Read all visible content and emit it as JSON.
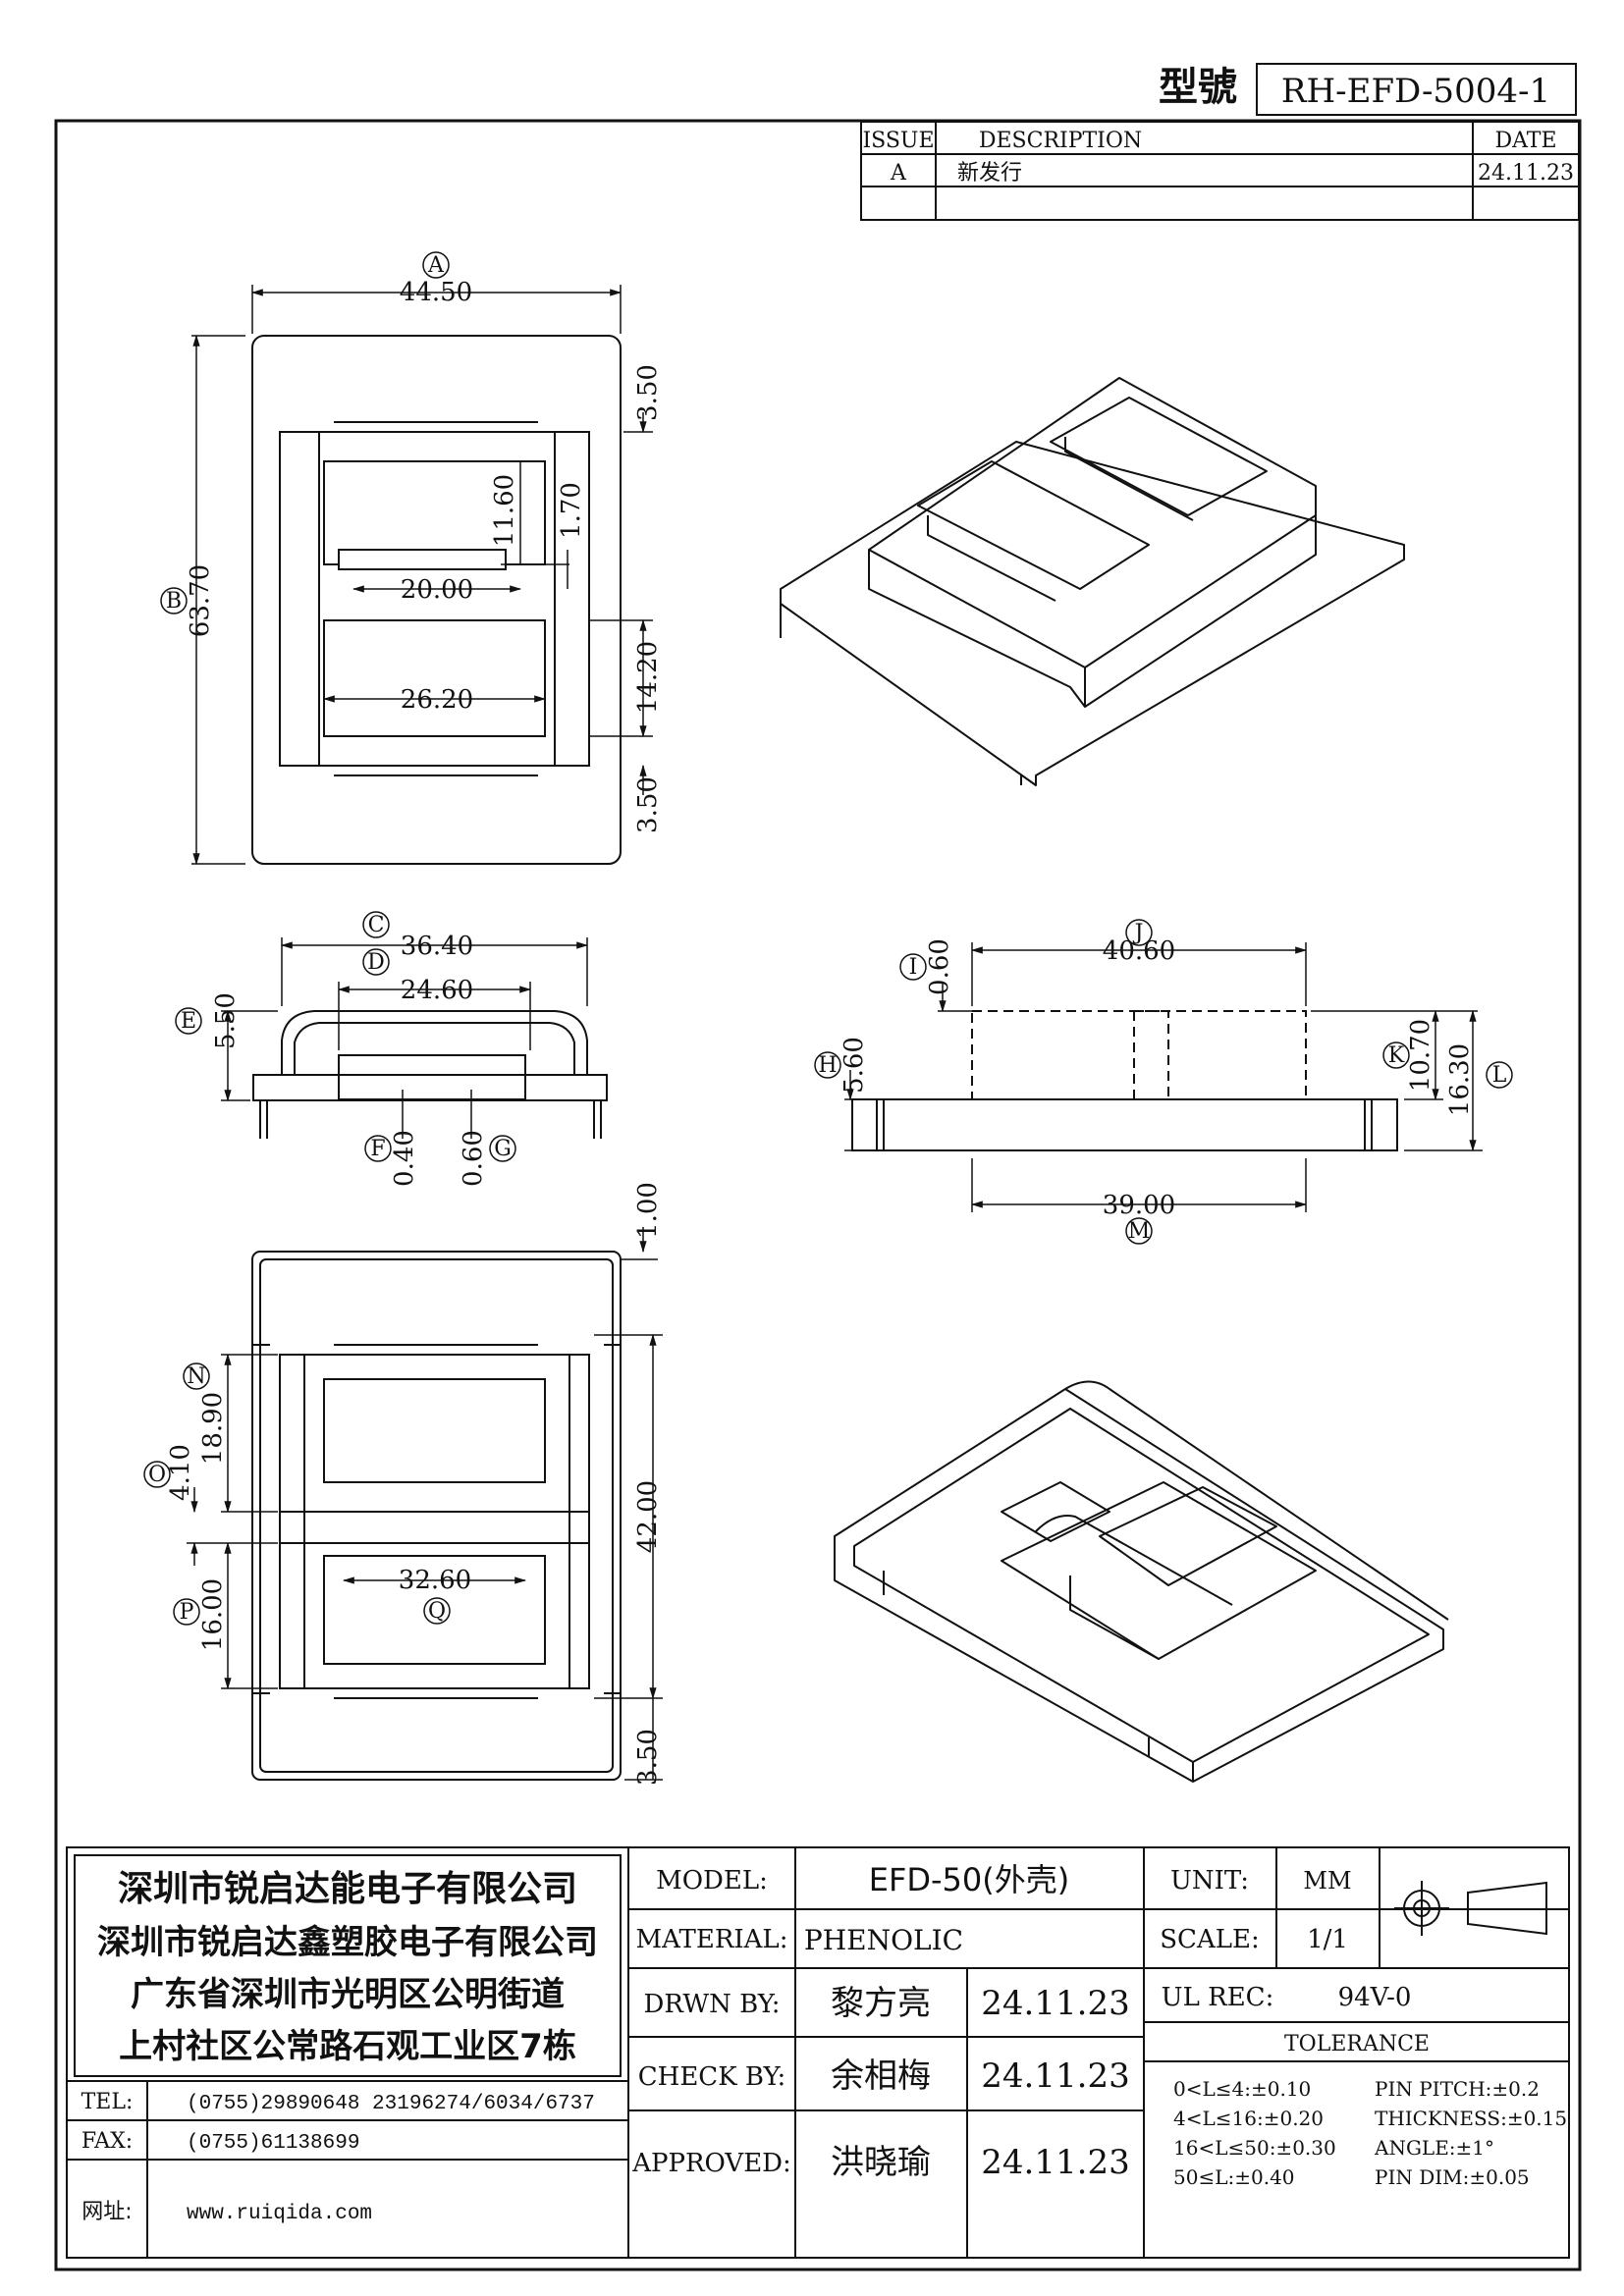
{
  "header": {
    "model_label": "型號",
    "model_number": "RH-EFD-5004-1"
  },
  "revision": {
    "headers": {
      "issue": "ISSUE",
      "description": "DESCRIPTION",
      "date": "DATE"
    },
    "rows": [
      {
        "issue": "A",
        "description": "新发行",
        "date": "24.11.23"
      }
    ]
  },
  "dimensions": {
    "A": {
      "letter": "A",
      "value": "44.50"
    },
    "B": {
      "letter": "B",
      "value": "63.70"
    },
    "top_margin": "3.50",
    "h1": "11.60",
    "gap": "1.70",
    "w1": "20.00",
    "w2": "26.20",
    "h2": "14.20",
    "bottom_margin": "3.50",
    "C": {
      "letter": "C",
      "value": "36.40"
    },
    "D": {
      "letter": "D",
      "value": "24.60"
    },
    "E": {
      "letter": "E",
      "value": "5.50"
    },
    "F": {
      "letter": "F",
      "value": "0.40"
    },
    "G": {
      "letter": "G",
      "value": "0.60"
    },
    "H": {
      "letter": "H",
      "value": "5.60"
    },
    "I": {
      "letter": "I",
      "value": "0.60"
    },
    "J": {
      "letter": "J",
      "value": "40.60"
    },
    "K": {
      "letter": "K",
      "value": "10.70"
    },
    "L": {
      "letter": "L",
      "value": "16.30"
    },
    "M": {
      "letter": "M",
      "value": "39.00"
    },
    "bot_top_offset": "1.00",
    "N": {
      "letter": "N",
      "value": "18.90"
    },
    "O": {
      "letter": "O",
      "value": "4.10"
    },
    "P": {
      "letter": "P",
      "value": "16.00"
    },
    "Q": {
      "letter": "Q",
      "value": "32.60"
    },
    "total_height": "42.00",
    "bot_bottom_offset": "3.50"
  },
  "title_block": {
    "company": [
      "深圳市锐启达能电子有限公司",
      "深圳市锐启达鑫塑胶电子有限公司",
      "广东省深圳市光明区公明街道",
      "上村社区公常路石观工业区7栋"
    ],
    "tel_label": "TEL:",
    "tel_value": "(0755)29890648   23196274/6034/6737",
    "fax_label": "FAX:",
    "fax_value": "(0755)61138699",
    "web_label": "网址:",
    "web_value": "www.ruiqida.com",
    "model_label": "MODEL:",
    "model_value": "EFD-50(外壳)",
    "material_label": "MATERIAL:",
    "material_value": "PHENOLIC",
    "drawn_label": "DRWN BY:",
    "drawn_name": "黎方亮",
    "drawn_date": "24.11.23",
    "check_label": "CHECK BY:",
    "check_name": "余相梅",
    "check_date": "24.11.23",
    "approved_label": "APPROVED:",
    "approved_name": "洪晓瑜",
    "approved_date": "24.11.23",
    "unit_label": "UNIT:",
    "unit_value": "MM",
    "scale_label": "SCALE:",
    "scale_value": "1/1",
    "ul_label": "UL REC:",
    "ul_value": "94V-0",
    "tolerance_label": "TOLERANCE",
    "tolerance_left": [
      "0<L≤4:±0.10",
      "4<L≤16:±0.20",
      "16<L≤50:±0.30",
      "50≤L:±0.40"
    ],
    "tolerance_right": [
      "PIN PITCH:±0.2",
      "THICKNESS:±0.15",
      "ANGLE:±1°",
      "PIN DIM:±0.05"
    ]
  }
}
